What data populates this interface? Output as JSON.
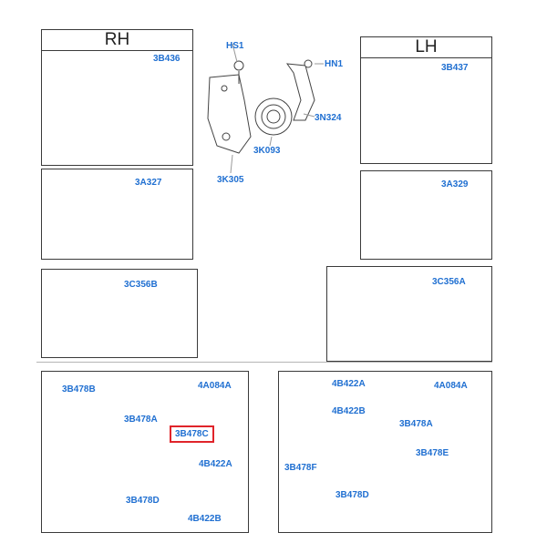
{
  "panels": {
    "rh_top": {
      "side": "RH",
      "code": "3B436"
    },
    "lh_top": {
      "side": "LH",
      "code": "3B437"
    },
    "rh_mid": {
      "code": "3A327"
    },
    "lh_mid": {
      "code": "3A329"
    },
    "rh_joint": {
      "code": "3C356B"
    },
    "lh_joint": {
      "code": "3C356A"
    },
    "rh_kit": {
      "code": "4A084A",
      "parts": [
        "3B478B",
        "3B478A",
        "3B478C",
        "3B478D",
        "4B422A",
        "4B422B"
      ]
    },
    "lh_kit": {
      "code": "4A084A",
      "parts": [
        "4B422A",
        "4B422B",
        "3B478A",
        "3B478E",
        "3B478F",
        "3B478D"
      ]
    }
  },
  "bearing_assembly": {
    "codes": [
      "HS1",
      "HN1",
      "3N324",
      "3K093",
      "3K305"
    ]
  },
  "colors": {
    "label": "#1f6fd1",
    "highlight": "#e0242a",
    "arrow": "#3bd43b"
  }
}
